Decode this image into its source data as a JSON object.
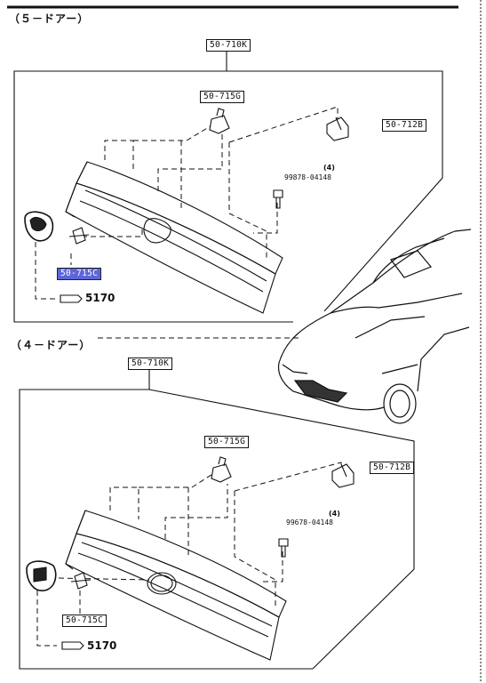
{
  "section_5door": {
    "header": "（５－ドアー）",
    "assembly_label": "50-710K",
    "clip_label": "50-715G",
    "bracket_label": "50-712B",
    "screw_qty": "(4)",
    "screw_part_no": "99878-04148",
    "emblem_holder_label": "50-715C",
    "ref_text": "5170"
  },
  "section_4door": {
    "header": "（４－ドアー）",
    "assembly_label": "50-710K",
    "clip_label": "50-715G",
    "bracket_label": "50-712B",
    "screw_qty": "(4)",
    "screw_part_no": "99678-04148",
    "emblem_holder_label": "50-715C",
    "ref_text": "5170"
  },
  "colors": {
    "highlight": "#5c66d8",
    "ink": "#111111"
  }
}
